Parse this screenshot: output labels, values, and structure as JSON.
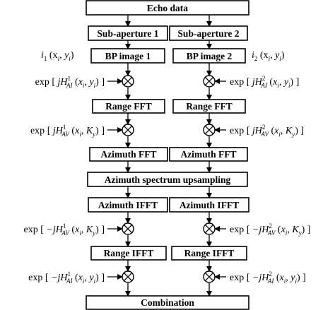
{
  "diagram": {
    "nodes": {
      "echo_data": "Echo data",
      "sub_aperture_1": "Sub-aperture 1",
      "sub_aperture_2": "Sub-aperture 2",
      "bp_image_1": "BP image 1",
      "bp_image_2": "BP image 2",
      "range_fft_1": "Range FFT",
      "range_fft_2": "Range FFT",
      "azimuth_fft_1": "Azimuth FFT",
      "azimuth_fft_2": "Azimuth FFT",
      "azimuth_upsampling": "Azimuth spectrum upsampling",
      "azimuth_ifft_1": "Azimuth IFFT",
      "azimuth_ifft_2": "Azimuth IFFT",
      "range_ifft_1": "Range IFFT",
      "range_ifft_2": "Range IFFT",
      "combination": "Combination"
    },
    "image_labels": {
      "i1": {
        "letter": "i",
        "sub": "1",
        "args": "(x",
        "arg_sub": "i",
        "args2": ", y",
        "arg2_sub": "i",
        "close": ")"
      },
      "i2": {
        "letter": "i",
        "sub": "2",
        "args": "(x",
        "arg_sub": "i",
        "args2": ", y",
        "arg2_sub": "i",
        "close": ")"
      }
    },
    "multipliers": {
      "left_1": "exp[jH¹AI(xi,yi)]",
      "right_1": "exp[jH²AI(xi,yi)]",
      "left_2": "exp[jH¹AV(xi,Ky)]",
      "right_2": "exp[jH²AV(xi,Ky)]",
      "left_3": "exp[−jH¹AV(xi,Ky)]",
      "right_3": "exp[−jH²AV(xi,Ky)]",
      "left_4": "exp[−jH¹AI(xi,yi)]",
      "right_4": "exp[−jH²AI(xi,yi)]"
    },
    "math_parts": {
      "exp": "exp",
      "j": "j",
      "neg_j": "−j",
      "H": "H",
      "sup1": "1",
      "sup2": "2",
      "sub_AI": "AI",
      "sub_AV": "AV",
      "x": "x",
      "y": "y",
      "K": "K",
      "i": "i",
      "comma": ",",
      "lparen": "(",
      "rparen": ")",
      "lbr": "[",
      "rbr": "]"
    }
  }
}
